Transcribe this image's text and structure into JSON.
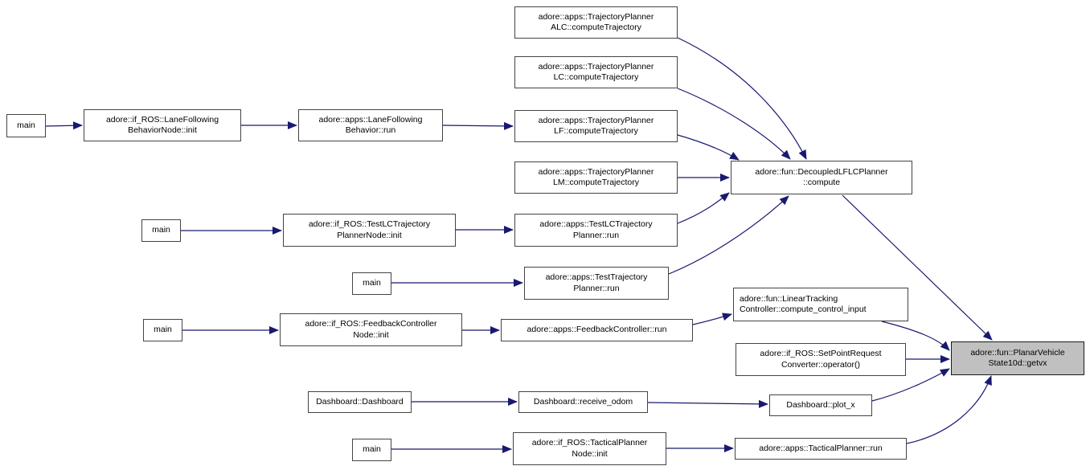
{
  "graph": {
    "type": "call-graph",
    "style": {
      "arrow_color": "#191970",
      "node_border_color": "#444444",
      "node_fill": "#ffffff",
      "text_color": "#000000",
      "highlight_fill": "#c0c0c0",
      "highlight_border": "#1a1a1a"
    },
    "nodes": {
      "main_lanefollowing": {
        "label": "main",
        "highlighted": false
      },
      "lanefollowing_node_init": {
        "label": "adore::if_ROS::LaneFollowing\nBehaviorNode::init",
        "highlighted": false
      },
      "lanefollowing_behavior_run": {
        "label": "adore::apps::LaneFollowing\nBehavior::run",
        "highlighted": false
      },
      "tp_alc_compute_trajectory": {
        "label": "adore::apps::TrajectoryPlanner\nALC::computeTrajectory",
        "highlighted": false
      },
      "tp_lc_compute_trajectory": {
        "label": "adore::apps::TrajectoryPlanner\nLC::computeTrajectory",
        "highlighted": false
      },
      "tp_lf_compute_trajectory": {
        "label": "adore::apps::TrajectoryPlanner\nLF::computeTrajectory",
        "highlighted": false
      },
      "tp_lm_compute_trajectory": {
        "label": "adore::apps::TrajectoryPlanner\nLM::computeTrajectory",
        "highlighted": false
      },
      "decoupled_lflc_planner_compute": {
        "label": "adore::fun::DecoupledLFLCPlanner\n::compute",
        "highlighted": false
      },
      "main_testlc": {
        "label": "main",
        "highlighted": false
      },
      "testlc_node_init": {
        "label": "adore::if_ROS::TestLCTrajectory\nPlannerNode::init",
        "highlighted": false
      },
      "testlc_planner_run": {
        "label": "adore::apps::TestLCTrajectory\nPlanner::run",
        "highlighted": false
      },
      "main_testtrajectory": {
        "label": "main",
        "highlighted": false
      },
      "test_trajectory_planner_run": {
        "label": "adore::apps::TestTrajectory\nPlanner::run",
        "highlighted": false
      },
      "main_feedback": {
        "label": "main",
        "highlighted": false
      },
      "feedback_node_init": {
        "label": "adore::if_ROS::FeedbackController\nNode::init",
        "highlighted": false
      },
      "feedback_controller_run": {
        "label": "adore::apps::FeedbackController::run",
        "highlighted": false
      },
      "linear_tracking_compute_control_input": {
        "label": "adore::fun::LinearTracking\nController::compute_control_input",
        "highlighted": false
      },
      "setpoint_request_converter_operator": {
        "label": "adore::if_ROS::SetPointRequest\nConverter::operator()",
        "highlighted": false
      },
      "planar_vehicle_state10d_getvx": {
        "label": "adore::fun::PlanarVehicle\nState10d::getvx",
        "highlighted": true
      },
      "dashboard_ctor": {
        "label": "Dashboard::Dashboard",
        "highlighted": false
      },
      "dashboard_receive_odom": {
        "label": "Dashboard::receive_odom",
        "highlighted": false
      },
      "dashboard_plot_x": {
        "label": "Dashboard::plot_x",
        "highlighted": false
      },
      "main_tactical": {
        "label": "main",
        "highlighted": false
      },
      "tactical_node_init": {
        "label": "adore::if_ROS::TacticalPlanner\nNode::init",
        "highlighted": false
      },
      "tactical_planner_run": {
        "label": "adore::apps::TacticalPlanner::run",
        "highlighted": false
      }
    },
    "edges": [
      {
        "from": "main_lanefollowing",
        "to": "lanefollowing_node_init"
      },
      {
        "from": "lanefollowing_node_init",
        "to": "lanefollowing_behavior_run"
      },
      {
        "from": "lanefollowing_behavior_run",
        "to": "tp_lf_compute_trajectory"
      },
      {
        "from": "tp_alc_compute_trajectory",
        "to": "decoupled_lflc_planner_compute"
      },
      {
        "from": "tp_lc_compute_trajectory",
        "to": "decoupled_lflc_planner_compute"
      },
      {
        "from": "tp_lf_compute_trajectory",
        "to": "decoupled_lflc_planner_compute"
      },
      {
        "from": "tp_lm_compute_trajectory",
        "to": "decoupled_lflc_planner_compute"
      },
      {
        "from": "main_testlc",
        "to": "testlc_node_init"
      },
      {
        "from": "testlc_node_init",
        "to": "testlc_planner_run"
      },
      {
        "from": "testlc_planner_run",
        "to": "decoupled_lflc_planner_compute"
      },
      {
        "from": "main_testtrajectory",
        "to": "test_trajectory_planner_run"
      },
      {
        "from": "test_trajectory_planner_run",
        "to": "decoupled_lflc_planner_compute"
      },
      {
        "from": "decoupled_lflc_planner_compute",
        "to": "planar_vehicle_state10d_getvx"
      },
      {
        "from": "main_feedback",
        "to": "feedback_node_init"
      },
      {
        "from": "feedback_node_init",
        "to": "feedback_controller_run"
      },
      {
        "from": "feedback_controller_run",
        "to": "linear_tracking_compute_control_input"
      },
      {
        "from": "linear_tracking_compute_control_input",
        "to": "planar_vehicle_state10d_getvx"
      },
      {
        "from": "setpoint_request_converter_operator",
        "to": "planar_vehicle_state10d_getvx"
      },
      {
        "from": "dashboard_ctor",
        "to": "dashboard_receive_odom"
      },
      {
        "from": "dashboard_receive_odom",
        "to": "dashboard_plot_x"
      },
      {
        "from": "dashboard_plot_x",
        "to": "planar_vehicle_state10d_getvx"
      },
      {
        "from": "main_tactical",
        "to": "tactical_node_init"
      },
      {
        "from": "tactical_node_init",
        "to": "tactical_planner_run"
      },
      {
        "from": "tactical_planner_run",
        "to": "planar_vehicle_state10d_getvx"
      }
    ]
  }
}
